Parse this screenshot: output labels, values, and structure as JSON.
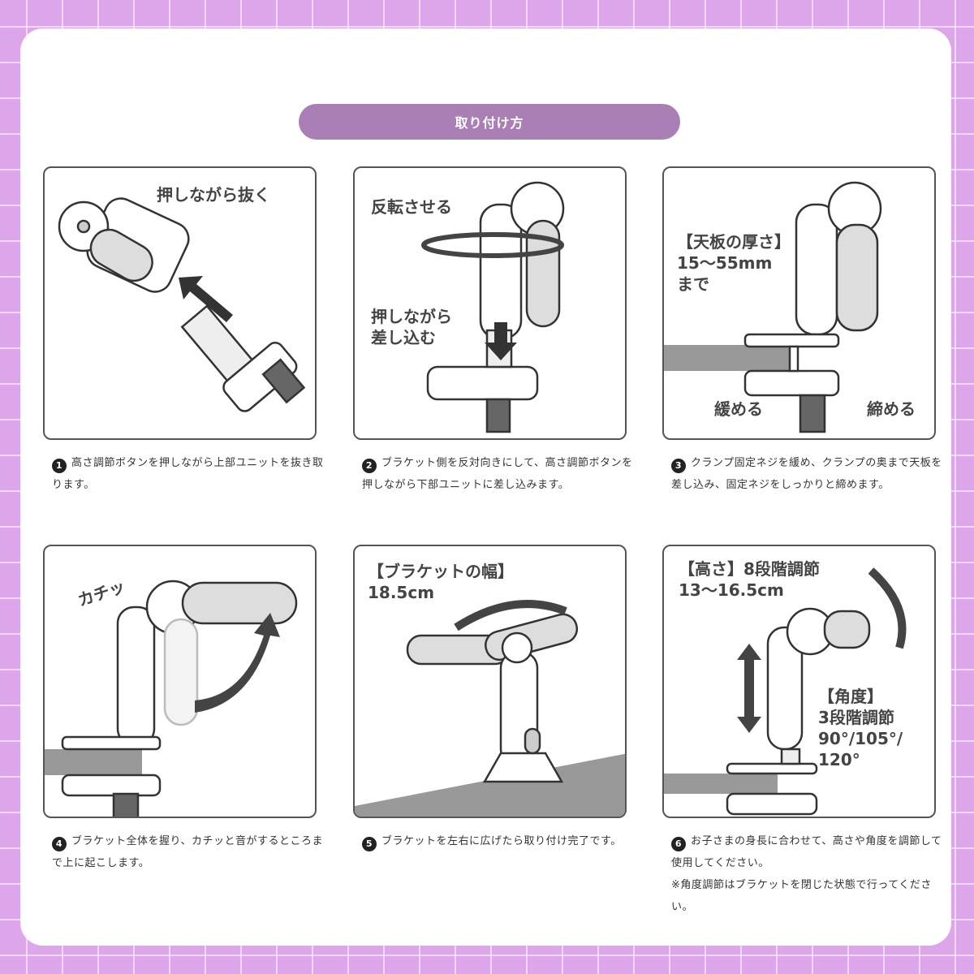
{
  "title": "取り付け方",
  "steps": [
    {
      "num": "1",
      "labels": [
        "押しながら抜く"
      ],
      "caption": "高さ調節ボタンを押しながら上部ユニットを抜き取ります。"
    },
    {
      "num": "2",
      "labels": [
        "反転させる",
        "押しながら\n差し込む"
      ],
      "caption": "ブラケット側を反対向きにして、高さ調節ボタンを押しながら下部ユニットに差し込みます。"
    },
    {
      "num": "3",
      "labels": [
        "【天板の厚さ】\n15〜55mm\nまで",
        "緩める",
        "締める"
      ],
      "caption": "クランプ固定ネジを緩め、クランプの奥まで天板を差し込み、固定ネジをしっかりと締めます。"
    },
    {
      "num": "4",
      "labels": [
        "カチッ"
      ],
      "caption": "ブラケット全体を握り、カチッと音がするところまで上に起こします。"
    },
    {
      "num": "5",
      "labels": [
        "【ブラケットの幅】\n18.5cm"
      ],
      "caption": "ブラケットを左右に広げたら取り付け完了です。"
    },
    {
      "num": "6",
      "labels": [
        "【高さ】8段階調節\n13〜16.5cm",
        "【角度】\n3段階調節\n90°/105°/\n120°"
      ],
      "caption": "お子さまの身長に合わせて、高さや角度を調節して使用してください。",
      "note": "※角度調節はブラケットを閉じた状態で行ってください。"
    }
  ]
}
